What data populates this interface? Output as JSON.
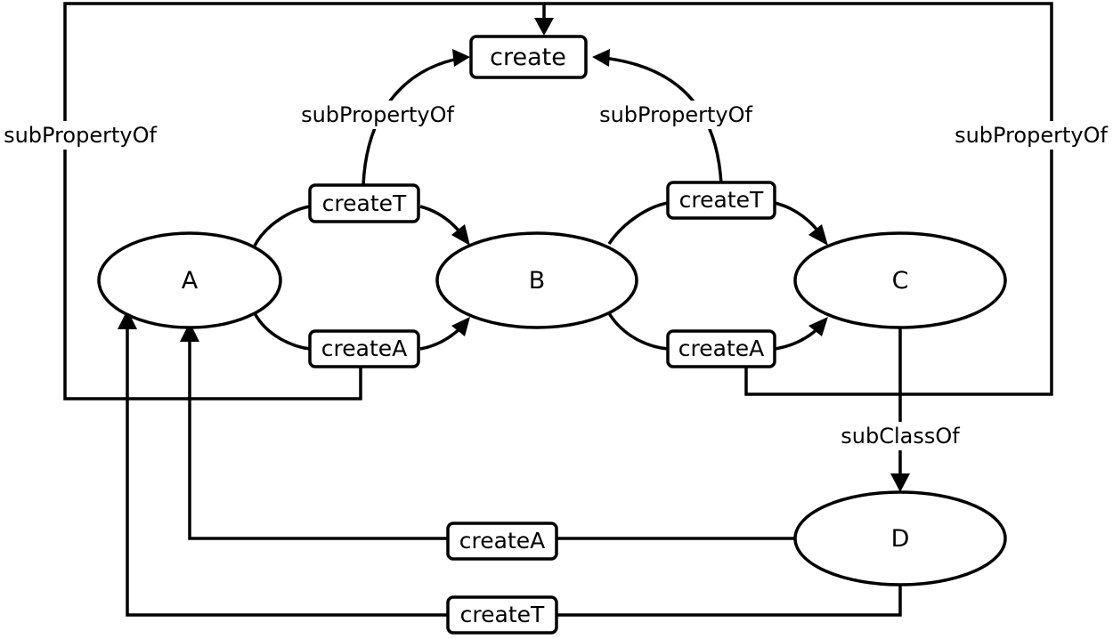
{
  "nodes": {
    "a": "A",
    "b": "B",
    "c": "C",
    "d": "D"
  },
  "properties": {
    "create": "create",
    "ab_top": "createT",
    "ab_bottom": "createA",
    "bc_top": "createT",
    "bc_bottom": "createA",
    "da_upper": "createA",
    "da_lower": "createT"
  },
  "edge_labels": {
    "outer_left": "subPropertyOf",
    "inner_left": "subPropertyOf",
    "inner_right": "subPropertyOf",
    "outer_right": "subPropertyOf",
    "c_to_d": "subClassOf"
  }
}
